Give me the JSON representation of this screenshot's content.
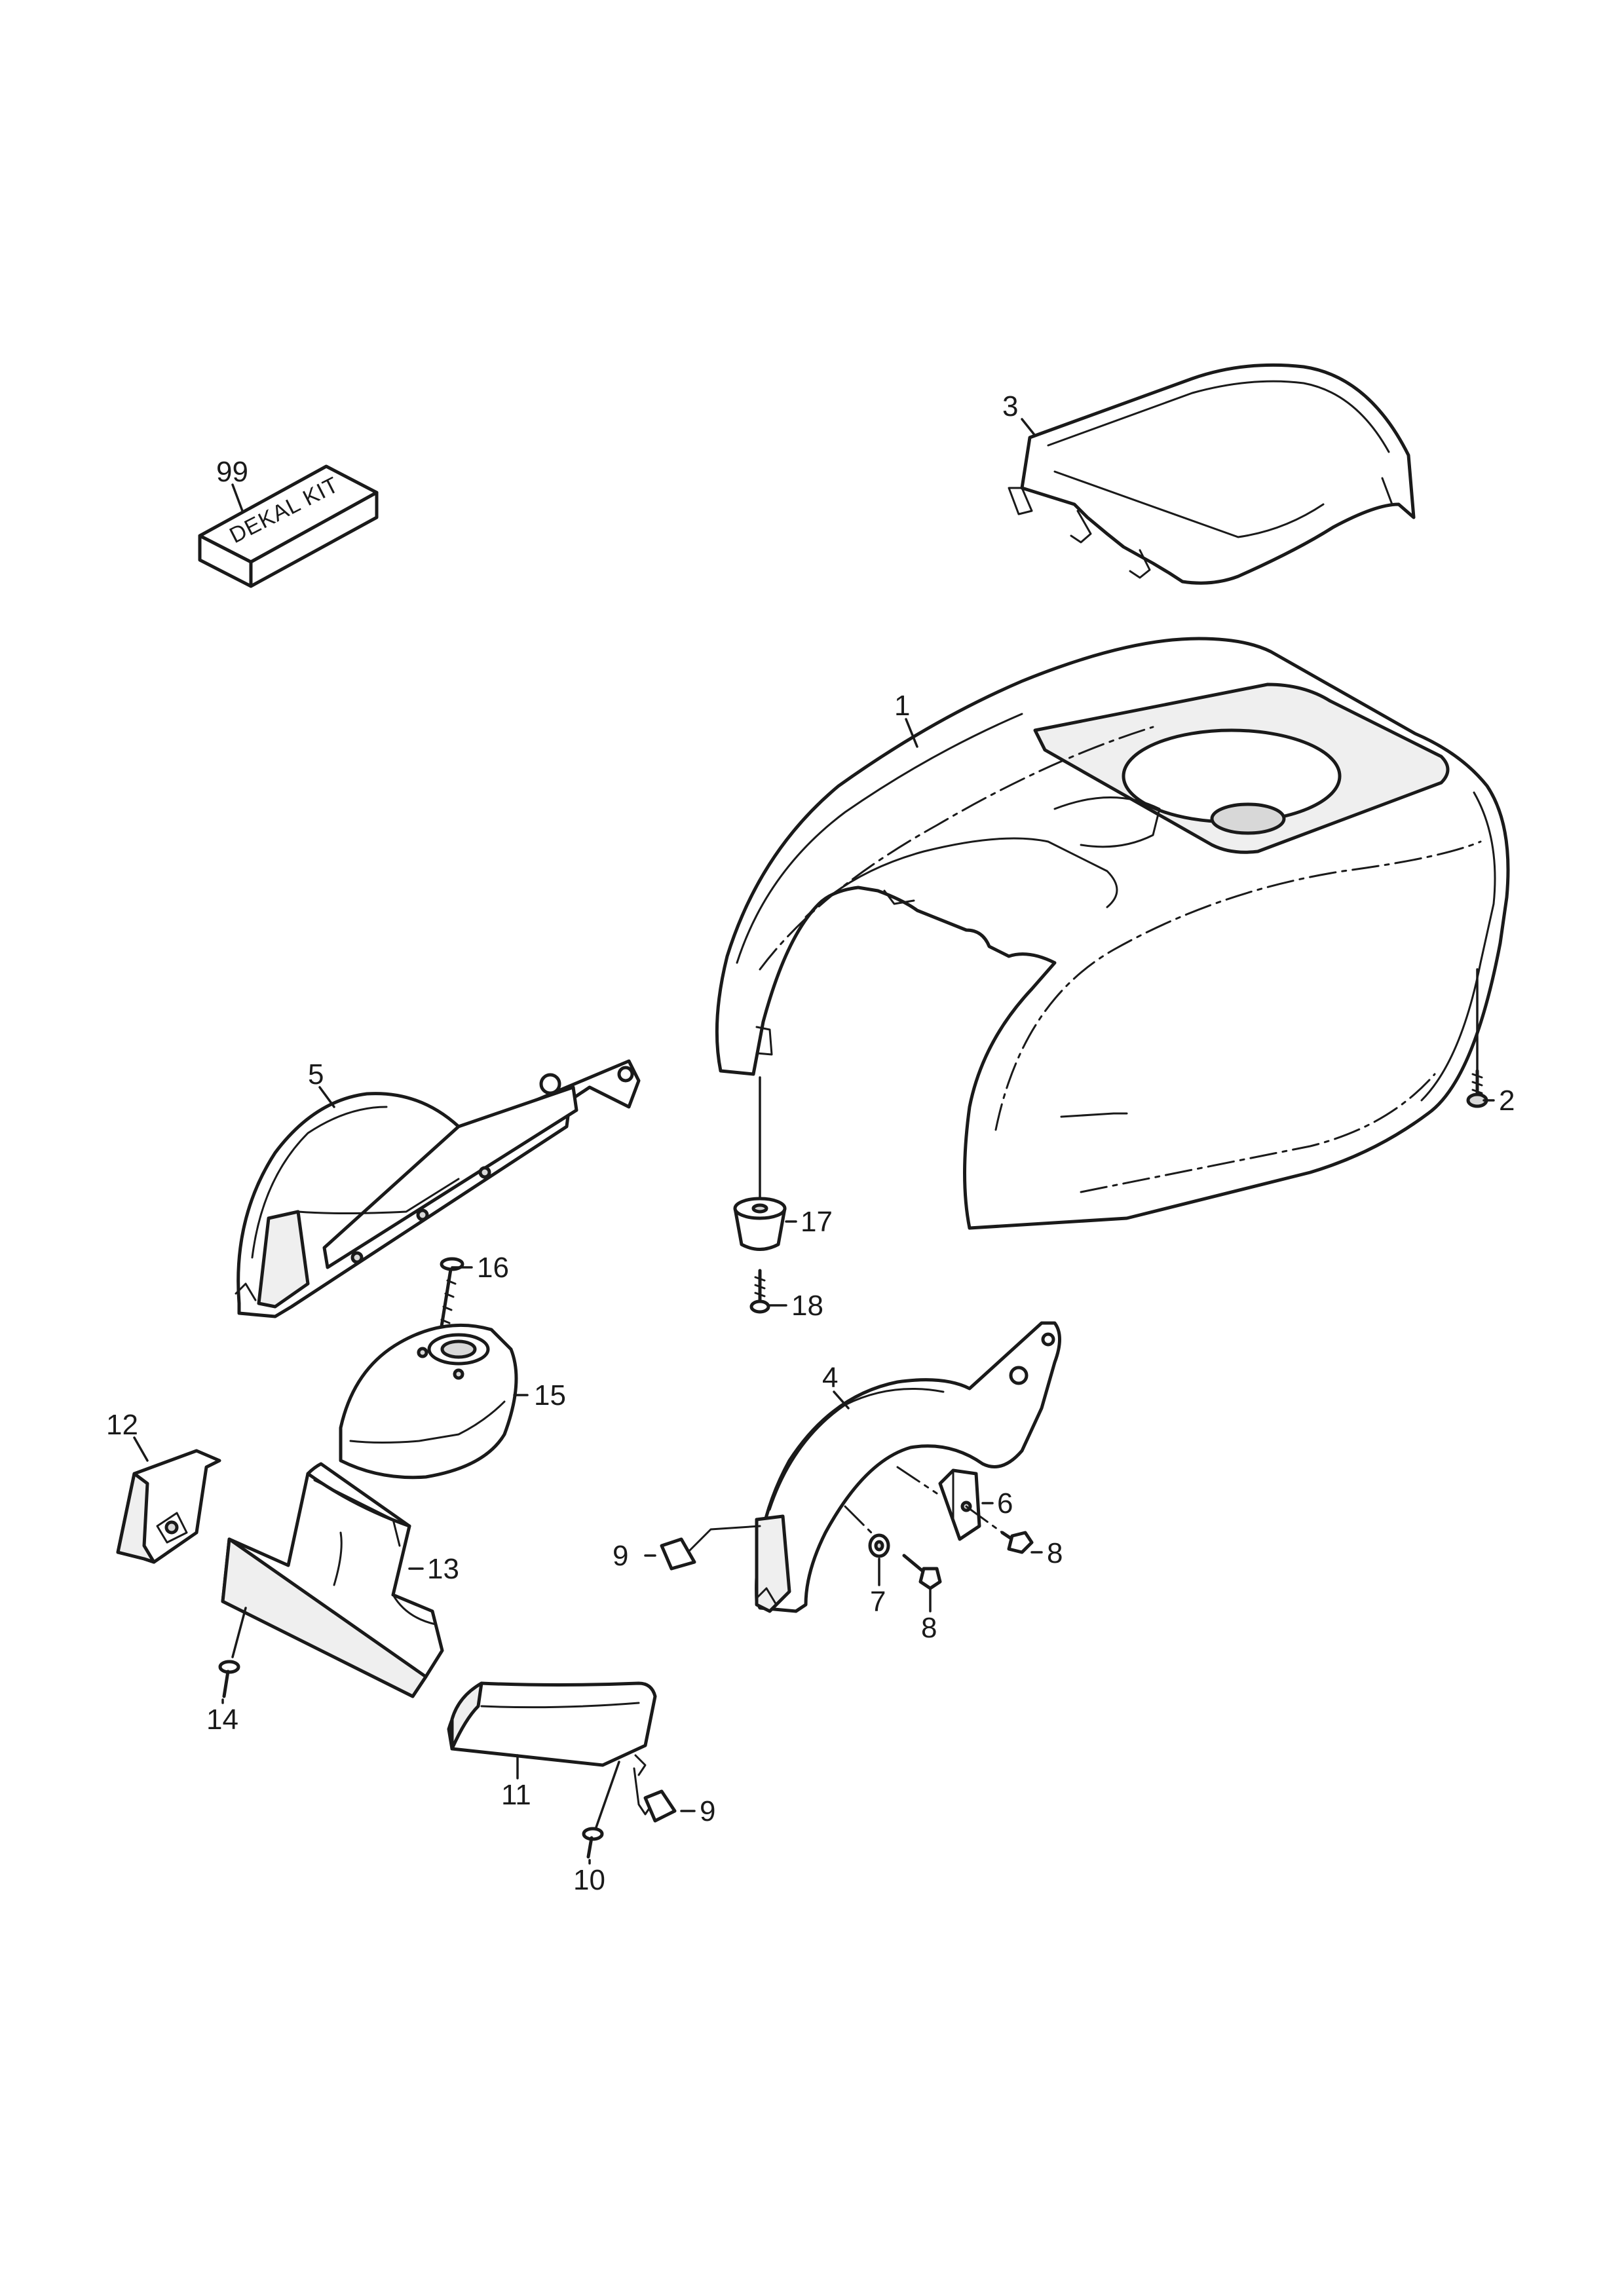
{
  "diagram": {
    "kit_label": "DEKAL KIT",
    "callouts": {
      "p1": "1",
      "p2": "2",
      "p3": "3",
      "p4": "4",
      "p5": "5",
      "p6": "6",
      "p7": "7",
      "p8a": "8",
      "p8b": "8",
      "p9a": "9",
      "p9b": "9",
      "p10": "10",
      "p11": "11",
      "p12": "12",
      "p13": "13",
      "p14": "14",
      "p15": "15",
      "p16": "16",
      "p17": "17",
      "p18": "18",
      "p99": "99"
    }
  }
}
